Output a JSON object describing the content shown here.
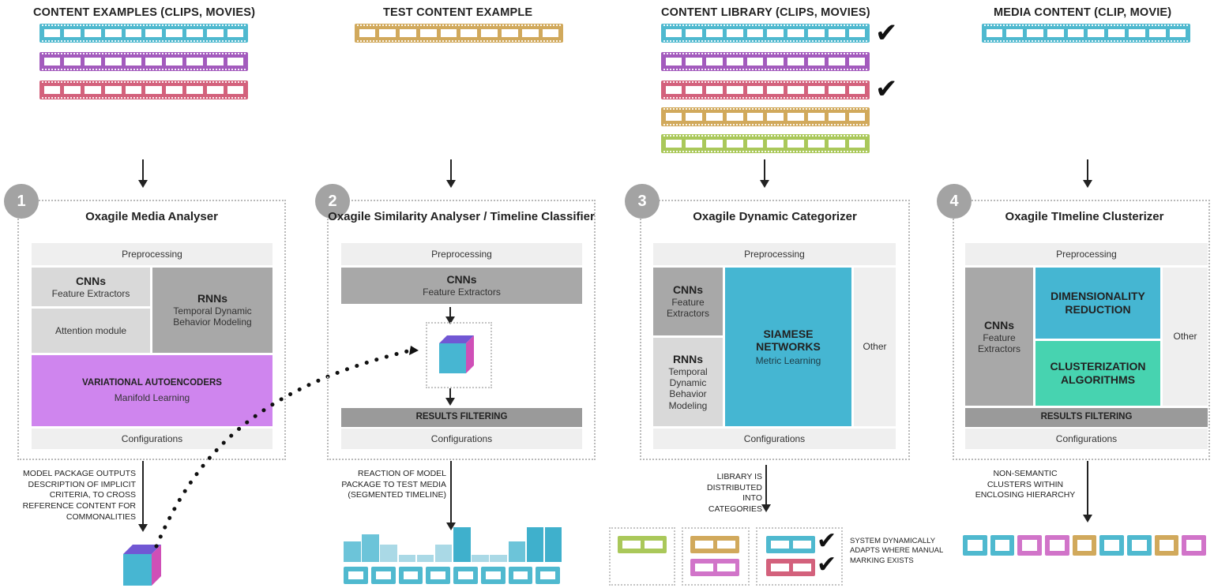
{
  "colors": {
    "cyan": "#4fb9cf",
    "purple": "#a35bbd",
    "pink": "#d3617c",
    "gold": "#d1a95c",
    "lime": "#aac85a",
    "magenta": "#d174c9",
    "variational": "#cf85ee",
    "siamese": "#45b6d2",
    "clusterization": "#47d3b0"
  },
  "columns": {
    "c1": "CONTENT EXAMPLES (CLIPS, MOVIES)",
    "c2": "TEST CONTENT EXAMPLE",
    "c3": "CONTENT LIBRARY (CLIPS, MOVIES)",
    "c4": "MEDIA CONTENT (CLIP, MOVIE)"
  },
  "check_glyph": "✔",
  "panel1": {
    "number": "1",
    "title": "Oxagile Media Analyser",
    "preprocessing": "Preprocessing",
    "cnn_title": "CNNs",
    "cnn_sub": "Feature Extractors",
    "attention": "Attention module",
    "rnn_title": "RNNs",
    "rnn_sub": "Temporal Dynamic Behavior Modeling",
    "vae_title": "VARIATIONAL AUTOENCODERS",
    "vae_sub": "Manifold Learning",
    "configurations": "Configurations",
    "note": "MODEL PACKAGE OUTPUTS DESCRIPTION OF IMPLICIT CRITERIA, TO CROSS REFERENCE CONTENT FOR COMMONALITIES"
  },
  "panel2": {
    "number": "2",
    "title": "Oxagile Similarity Analyser / Timeline Classifier",
    "preprocessing": "Preprocessing",
    "cnn_title": "CNNs",
    "cnn_sub": "Feature Extractors",
    "filtering": "RESULTS FILTERING",
    "configurations": "Configurations",
    "note": "REACTION OF MODEL PACKAGE TO TEST MEDIA (SEGMENTED TIMELINE)"
  },
  "panel3": {
    "number": "3",
    "title": "Oxagile Dynamic Categorizer",
    "preprocessing": "Preprocessing",
    "cnn_title": "CNNs",
    "cnn_sub": "Feature Extractors",
    "rnn_title": "RNNs",
    "rnn_sub": "Temporal Dynamic Behavior Modeling",
    "siamese_title": "SIAMESE NETWORKS",
    "siamese_sub": "Metric Learning",
    "other": "Other",
    "configurations": "Configurations",
    "note": "LIBRARY IS DISTRIBUTED INTO CATEGORIES",
    "system_note": "SYSTEM DYNAMICALLY ADAPTS WHERE MANUAL MARKING EXISTS"
  },
  "panel4": {
    "number": "4",
    "title": "Oxagile TImeline Clusterizer",
    "preprocessing": "Preprocessing",
    "cnn_title": "CNNs",
    "cnn_sub": "Feature Extractors",
    "dimred": "DIMENSIONALITY REDUCTION",
    "cluster": "CLUSTERIZATION ALGORITHMS",
    "other": "Other",
    "filtering": "RESULTS FILTERING",
    "configurations": "Configurations",
    "note": "NON-SEMANTIC CLUSTERS WITHIN ENCLOSING HIERARCHY"
  },
  "timeline_bars": [
    0.6,
    0.8,
    0.5,
    0.2,
    0.2,
    0.5,
    1.0,
    0.2,
    0.2,
    0.6,
    1.0,
    1.0
  ]
}
